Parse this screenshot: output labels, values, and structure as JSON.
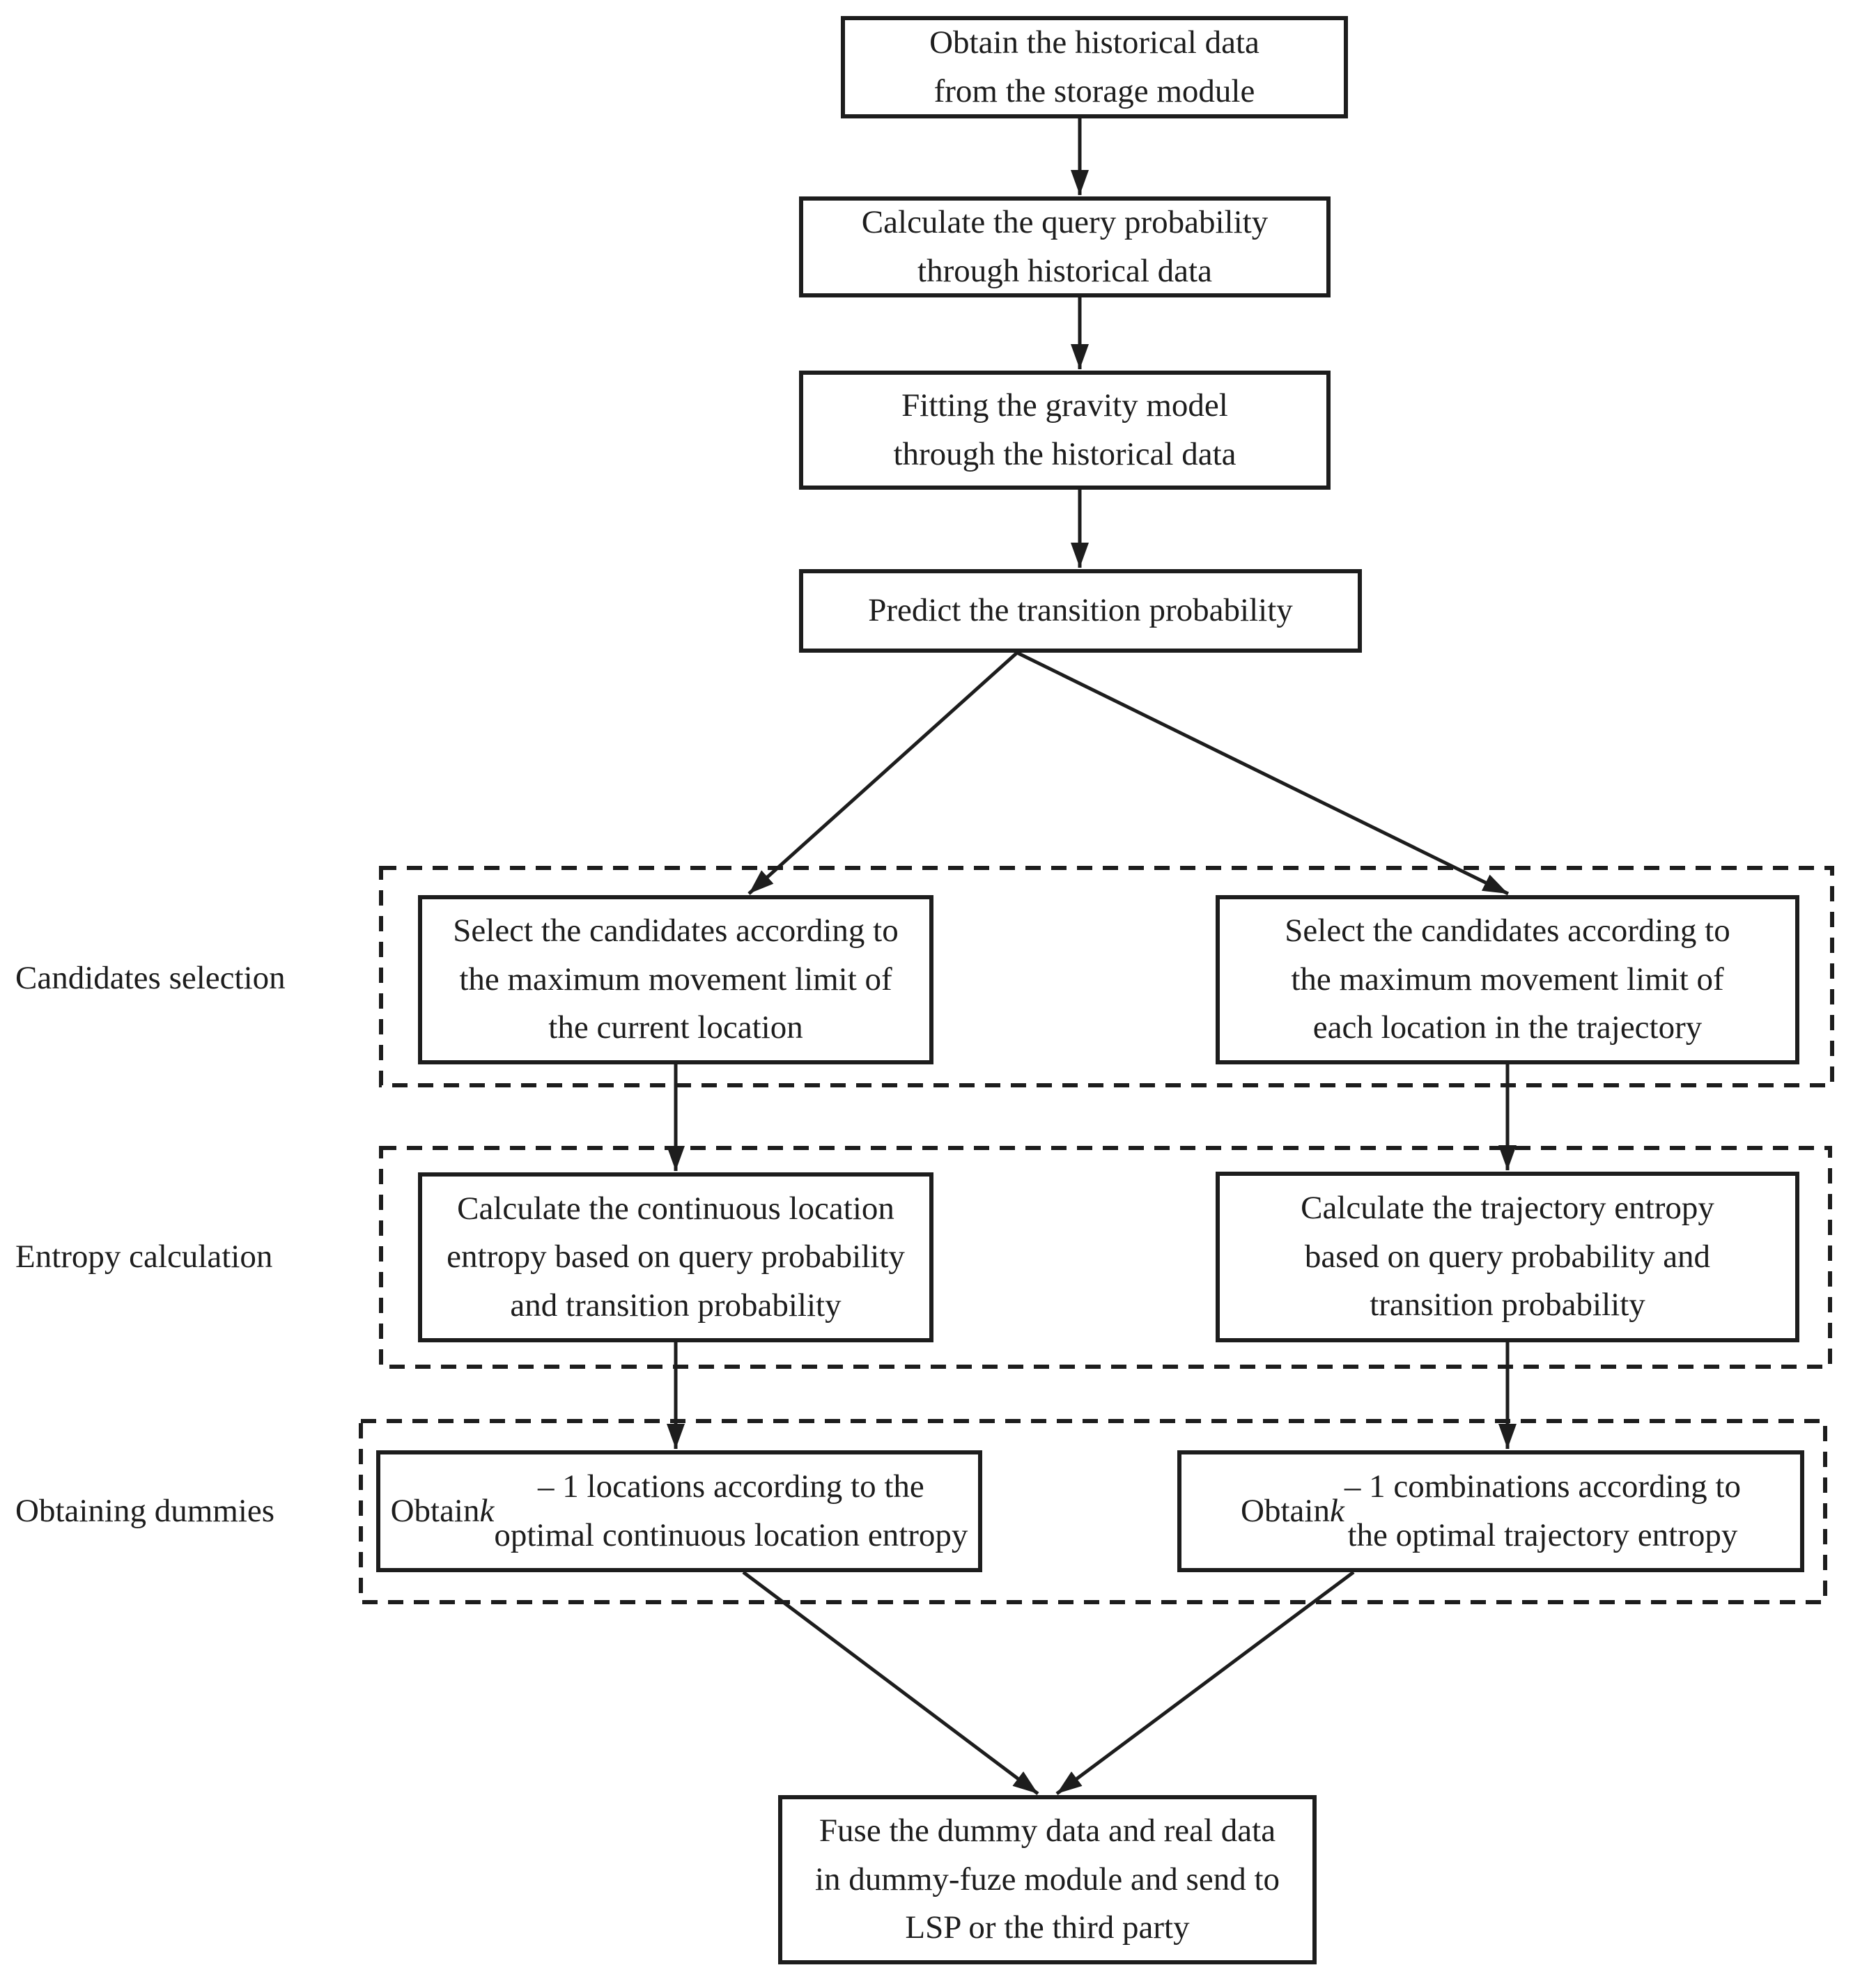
{
  "flowchart": {
    "title": "Dummy generation flowchart",
    "top_nodes": [
      {
        "id": "obtain-historical-data",
        "text": "Obtain the historical data\nfrom the storage module"
      },
      {
        "id": "calculate-query-probability",
        "text": "Calculate the query probability\nthrough historical data"
      },
      {
        "id": "fit-gravity-model",
        "text": "Fitting the gravity model\nthrough the historical data"
      },
      {
        "id": "predict-transition-probability",
        "text": "Predict the transition probability"
      }
    ],
    "stages": [
      {
        "label": "Candidates selection",
        "left_box": "Select the candidates according to\nthe maximum movement limit of\nthe current location",
        "right_box": "Select the candidates according to\nthe maximum movement limit of\neach location in the trajectory"
      },
      {
        "label": "Entropy calculation",
        "left_box": "Calculate the continuous location\nentropy based on query probability\nand transition probability",
        "right_box": "Calculate the trajectory entropy\nbased on query probability and\ntransition probability"
      },
      {
        "label": "Obtaining dummies",
        "left_box": "Obtain k – 1 locations according to the\noptimal continuous location entropy",
        "right_box": "Obtain k – 1 combinations according to\nthe optimal trajectory entropy"
      }
    ],
    "final_node": "Fuse the dummy data and real data\nin dummy-fuze module and send to\nLSP or the third party",
    "italic_variable": "k",
    "colors": {
      "ink": "#1d1d1d",
      "background": "#ffffff"
    }
  }
}
